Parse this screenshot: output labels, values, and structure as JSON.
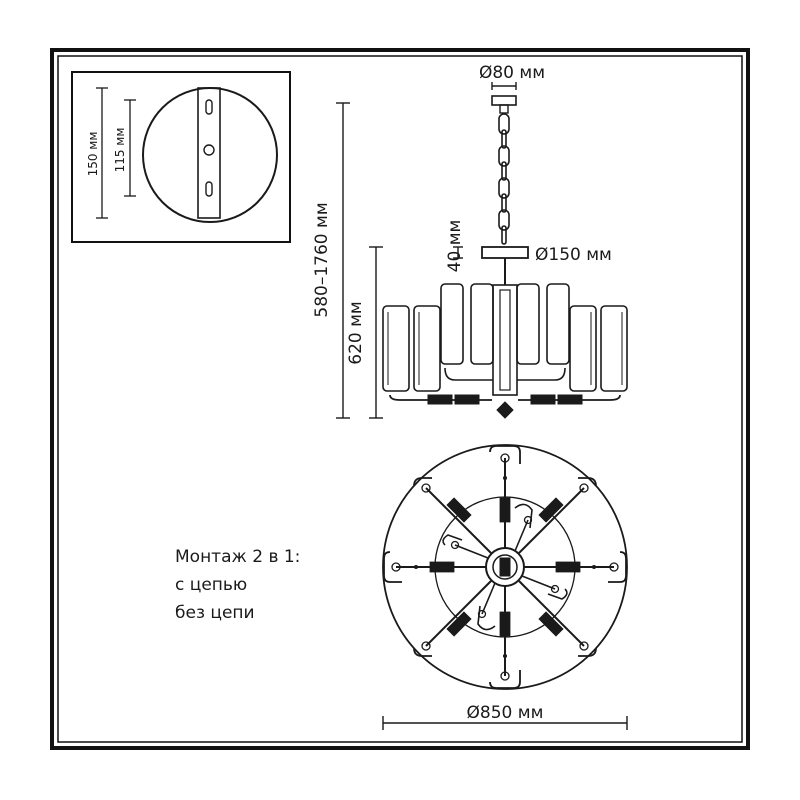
{
  "dimensions": {
    "mount_width": "Ø80 мм",
    "canopy_diameter": "Ø150 мм",
    "canopy_height": "40 мм",
    "total_height": "580–1760 мм",
    "body_height": "620 мм",
    "overall_diameter": "Ø850 мм",
    "plate_outer": "150 мм",
    "plate_holes": "115 мм"
  },
  "note": {
    "line1": "Монтаж 2 в 1:",
    "line2": "с цепью",
    "line3": "без цепи"
  },
  "colors": {
    "line": "#1a1a1a",
    "frame": "#111111"
  }
}
